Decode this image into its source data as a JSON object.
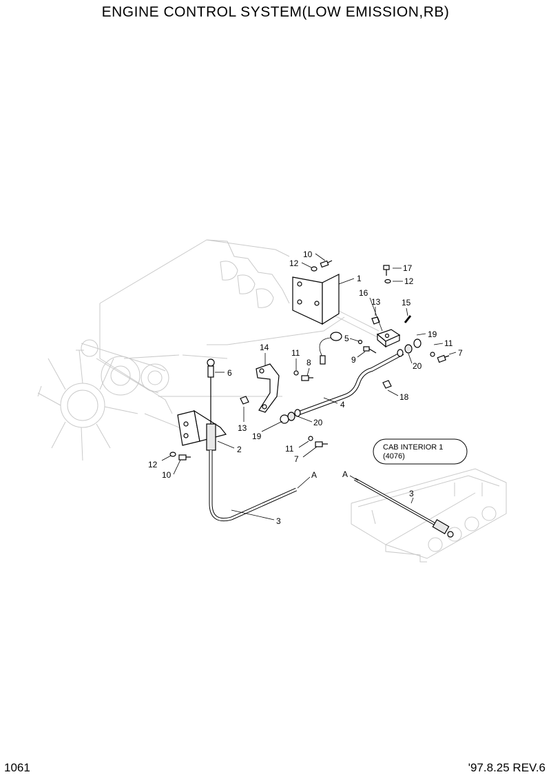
{
  "header": {
    "title": "ENGINE CONTROL SYSTEM(LOW EMISSION,RB)"
  },
  "footer": {
    "page_number": "1061",
    "revision": "'97.8.25 REV.6"
  },
  "reference_box": {
    "line1": "CAB INTERIOR 1",
    "line2": "(4076)"
  },
  "callouts": {
    "c1": "1",
    "c2": "2",
    "c3a": "3",
    "c3b": "3",
    "c4": "4",
    "c5": "5",
    "c6": "6",
    "c7a": "7",
    "c7b": "7",
    "c8": "8",
    "c9": "9",
    "c10a": "10",
    "c10b": "10",
    "c11a": "11",
    "c11b": "11",
    "c11c": "11",
    "c12a": "12",
    "c12b": "12",
    "c12c": "12",
    "c13a": "13",
    "c13b": "13",
    "c14": "14",
    "c15": "15",
    "c16": "16",
    "c17": "17",
    "c18": "18",
    "c19a": "19",
    "c19b": "19",
    "c20a": "20",
    "c20b": "20",
    "ca1": "A",
    "ca2": "A"
  }
}
